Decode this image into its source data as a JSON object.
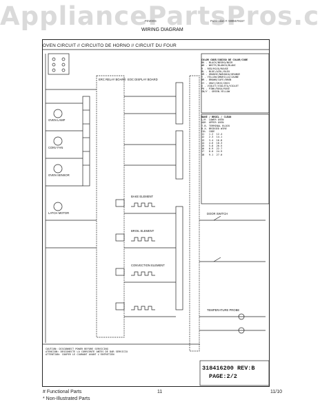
{
  "watermark": "AppliancePartsPros.com",
  "header": {
    "model_number": "FEW30S",
    "part_label": "Publication #: 5995579157",
    "title": "WIRING DIAGRAM"
  },
  "diagram": {
    "banner": "OVEN CIRCUIT // CIRCUITO DE HORNO // CIRCUIT DU FOUR",
    "legend_title": "COLOR CODE/CODIGO DE COLOR/CODE",
    "legend_lines": [
      "BK - BLACK/NEGRO/NOIR",
      "WH - WHITE/BLANCO/BLANC",
      "R - RED/ROJO/ROUGE",
      "BL - BLUE/AZUL/BLEU",
      "OR - ORANGE/NARANJA/ORANGE",
      "Y - YELLOW/AMARILLO/JAUNE",
      "BR - BROWN/CAFE/BRUN",
      "GY - GRAY/GRIS/GRIS",
      "V - VIOLET/VIOLETA/VIOLET",
      "PK - PINK/ROSA/ROSE",
      "GN/Y - GREEN-YELLOW"
    ],
    "code_title": "BAKE / BROIL / CLEAN",
    "code_lines": [
      "L/R  LOWER OVEN",
      "UOR  UPPER OVEN",
      "T.B. TERMINAL BLOCK",
      "B.X. BRIDGED WIRE",
      "COL  CODE",
      "11   1.2  12.4",
      "12   2.3  14.1",
      "13   3.4  16.8",
      "14   4.6  18.3",
      "15   5.8  20.5",
      "16   6.9  22.7",
      "17   8.0  24.9",
      "18   9.1  27.0"
    ],
    "labels": {
      "relay_board": "ERC RELAY BOARD",
      "display_board": "EOC DISPLAY BOARD",
      "lamp": "OVEN LAMP",
      "bake_element": "BAKE ELEMENT",
      "broil_element": "BROIL ELEMENT",
      "convection": "CONVECTION ELEMENT",
      "probe": "TEMPERATURE PROBE",
      "door_switch": "DOOR SWITCH",
      "latch_motor": "LATCH MOTOR",
      "fan": "CONV FAN",
      "sensor": "OVEN SENSOR"
    },
    "warning_text": "CAUTION: DISCONNECT POWER BEFORE SERVICING\nATENCION: DESCONECTE LA CORRIENTE ANTES DE DAR SERVICIO\nATTENTION: COUPER LE COURANT AVANT L'ENTRETIEN",
    "doc_number": "318416200 REV:B",
    "page": "PAGE:2/2"
  },
  "footer": {
    "functional": "# Functional Parts",
    "non_illustrated": "* Non-Illustrated Parts",
    "page": "11",
    "date": "11/10"
  }
}
